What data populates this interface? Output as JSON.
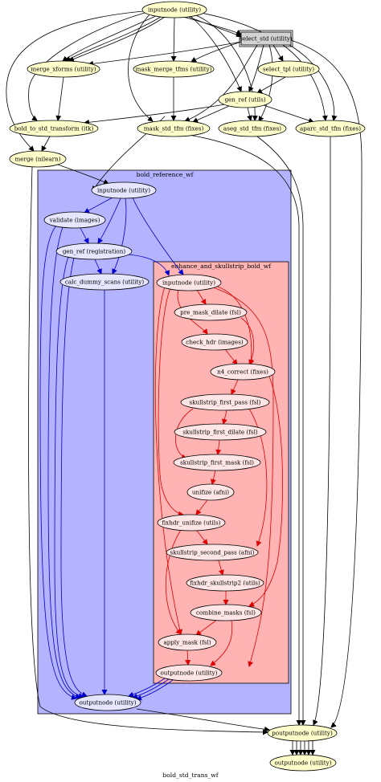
{
  "graph_label": "bold_std_trans_wf",
  "clusters": {
    "bold_reference_wf": "bold_reference_wf",
    "enhance_and_skullstrip_bold_wf": "enhance_and_skullstrip_bold_wf"
  },
  "colors": {
    "outer_node_fill": "#ffffcc",
    "ref_cluster_fill": "#b3b3ff",
    "ref_node_fill": "#e6e6ff",
    "enh_cluster_fill": "#ffb3b3",
    "enh_node_fill": "#ffe6e6",
    "select_fill": "#d3d3d3",
    "black_edge": "#000000",
    "blue_edge": "#0000cc",
    "red_edge": "#dd0000"
  },
  "nodes": {
    "inputnode": "inputnode (utility)",
    "select_std": "select_std (utility)",
    "merge_xforms": "merge_xforms (utility)",
    "mask_merge_tfms": "mask_merge_tfms (utility)",
    "select_tpl": "select_tpl (utility)",
    "gen_ref": "gen_ref (utils)",
    "bold_to_std_transform": "bold_to_std_transform (itk)",
    "mask_std_tfm": "mask_std_tfm (fixes)",
    "aseg_std_tfm": "aseg_std_tfm (fixes)",
    "aparc_std_tfm": "aparc_std_tfm (fixes)",
    "merge": "merge (nilearn)",
    "ref_inputnode": "inputnode (utility)",
    "validate": "validate (images)",
    "ref_gen_ref": "gen_ref (registration)",
    "calc_dummy_scans": "calc_dummy_scans (utility)",
    "enh_inputnode": "inputnode (utility)",
    "pre_mask_dilate": "pre_mask_dilate (fsl)",
    "check_hdr": "check_hdr (images)",
    "n4_correct": "n4_correct (fixes)",
    "skullstrip_first_pass": "skullstrip_first_pass (fsl)",
    "skullstrip_first_dilate": "skullstrip_first_dilate (fsl)",
    "skullstrip_first_mask": "skullstrip_first_mask (fsl)",
    "unifize": "unifize (afni)",
    "fixhdr_unifize": "fixhdr_unifize (utils)",
    "skullstrip_second_pass": "skullstrip_second_pass (afni)",
    "fixhdr_skullstrip2": "fixhdr_skullstrip2 (utils)",
    "combine_masks": "combine_masks (fsl)",
    "apply_mask": "apply_mask (fsl)",
    "enh_outputnode": "outputnode (utility)",
    "ref_outputnode": "outputnode (utility)",
    "poutputnode": "poutputnode (utility)",
    "outputnode": "outputnode (utility)"
  }
}
